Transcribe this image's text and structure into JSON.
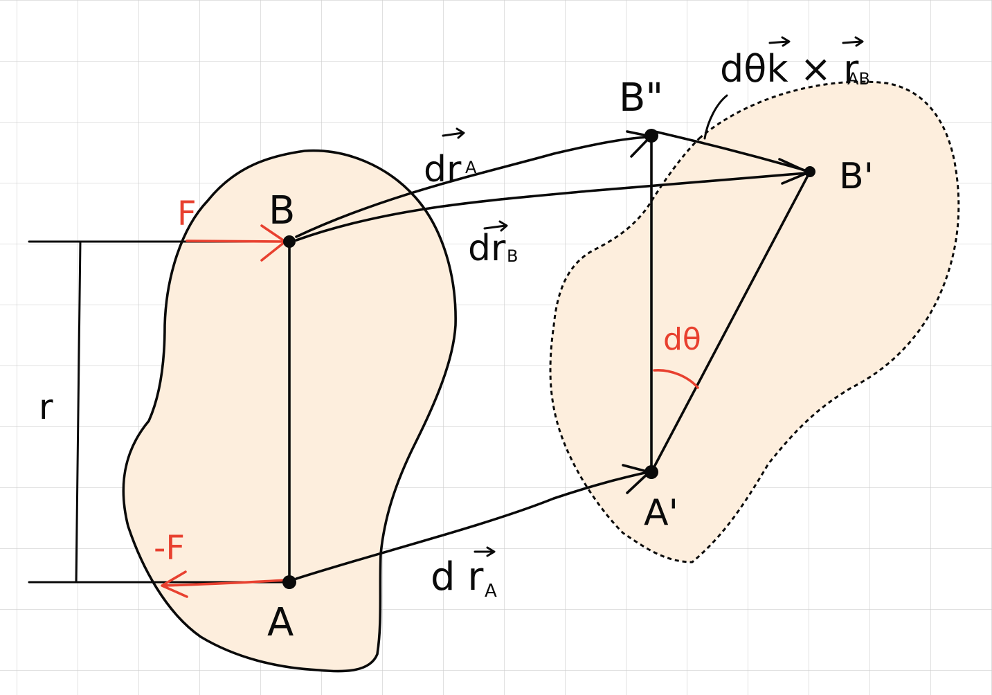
{
  "colors": {
    "background": "#ffffff",
    "grid": "#cfcfcf",
    "body_fill": "#fdeedd",
    "ink": "#0a0a0a",
    "force": "#e8402f"
  },
  "labels": {
    "point_b": "B",
    "point_a": "A",
    "point_b_double_prime": "B\"",
    "point_b_prime": "B'",
    "point_a_prime": "A'",
    "force_f": "F",
    "force_neg_f": "-F",
    "distance_r": "r",
    "angle": "dθ",
    "dr_a_top": {
      "main": "dr",
      "sub": "A"
    },
    "dr_b": {
      "main": "dr",
      "sub": "B"
    },
    "dr_a_bottom": {
      "main": "d r",
      "sub": "A"
    },
    "rotation_term": {
      "main": "dθk × r",
      "sub": "AB"
    }
  }
}
